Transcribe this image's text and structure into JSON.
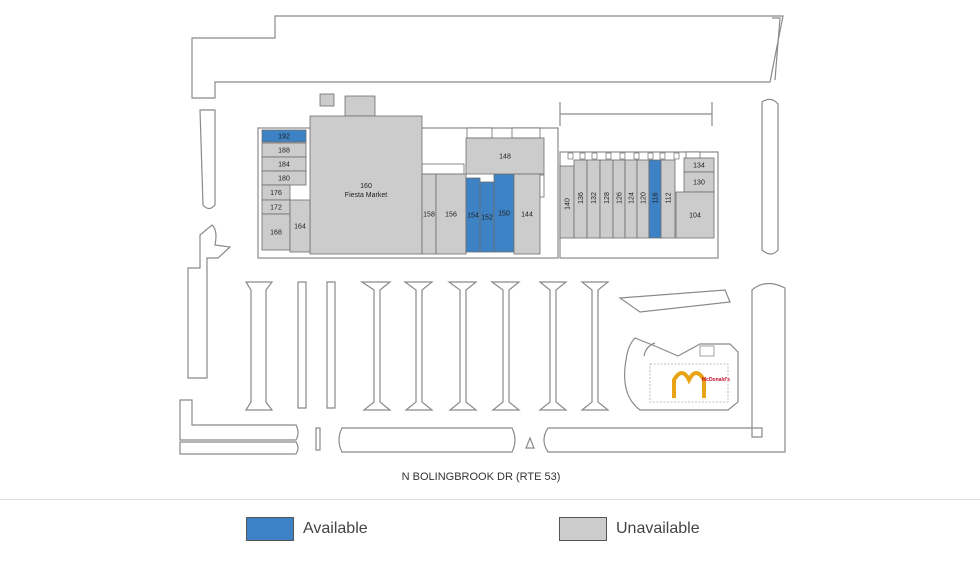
{
  "street": "N BOLINGBROOK DR (RTE 53)",
  "colors": {
    "available": "#3d82c4",
    "unavailable": "#cccccc"
  },
  "anchor": {
    "number": "160",
    "name": "Fiesta Market"
  },
  "mcdonalds_text": "McDonald's",
  "legend": [
    {
      "key": "available",
      "label": "Available"
    },
    {
      "key": "unavailable",
      "label": "Unavailable"
    }
  ],
  "units": [
    {
      "id": "192",
      "status": "available"
    },
    {
      "id": "188",
      "status": "unavailable"
    },
    {
      "id": "184",
      "status": "unavailable"
    },
    {
      "id": "180",
      "status": "unavailable"
    },
    {
      "id": "176",
      "status": "unavailable"
    },
    {
      "id": "172",
      "status": "unavailable"
    },
    {
      "id": "168",
      "status": "unavailable"
    },
    {
      "id": "164",
      "status": "unavailable"
    },
    {
      "id": "158",
      "status": "unavailable"
    },
    {
      "id": "156",
      "status": "unavailable"
    },
    {
      "id": "154",
      "status": "available"
    },
    {
      "id": "152",
      "status": "available"
    },
    {
      "id": "150",
      "status": "available"
    },
    {
      "id": "148",
      "status": "unavailable"
    },
    {
      "id": "144",
      "status": "unavailable"
    },
    {
      "id": "140",
      "status": "unavailable"
    },
    {
      "id": "136",
      "status": "unavailable"
    },
    {
      "id": "132",
      "status": "unavailable"
    },
    {
      "id": "128",
      "status": "unavailable"
    },
    {
      "id": "126",
      "status": "unavailable"
    },
    {
      "id": "124",
      "status": "unavailable"
    },
    {
      "id": "120",
      "status": "unavailable"
    },
    {
      "id": "116",
      "status": "available"
    },
    {
      "id": "112",
      "status": "unavailable"
    },
    {
      "id": "134",
      "status": "unavailable"
    },
    {
      "id": "130",
      "status": "unavailable"
    },
    {
      "id": "104",
      "status": "unavailable"
    }
  ]
}
